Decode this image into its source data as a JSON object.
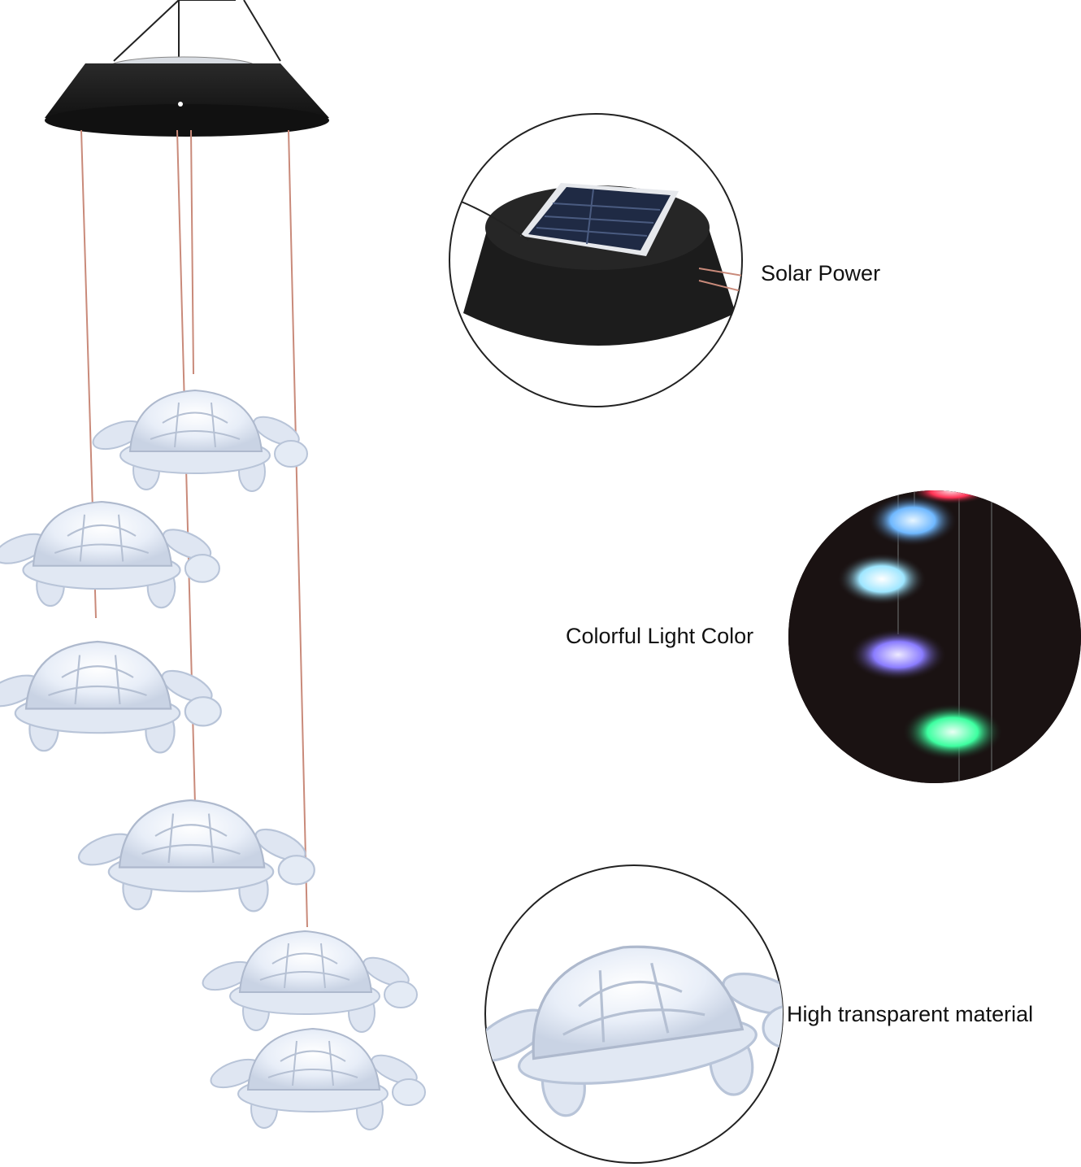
{
  "callouts": {
    "solar_power": "Solar Power",
    "colorful_light": "Colorful Light Color",
    "transparent_material": "High transparent material"
  },
  "colors": {
    "background": "#ffffff",
    "solar_housing": "#1c1c1c",
    "solar_panel": "#1f2a44",
    "string": "#c98a7a",
    "turtle_clear": "#e6ecf6",
    "night_background": "#1a1212",
    "glow_blue": "#6fb8ff",
    "glow_cyan": "#9ee6ff",
    "glow_violet": "#8a7cff",
    "glow_green": "#3dffa0",
    "glow_red": "#ff3355"
  },
  "icons": {
    "hanging_product": "wind-chime-turtle-icon",
    "solar_detail": "solar-panel-icon",
    "light_detail": "colorful-led-icon",
    "material_detail": "clear-turtle-icon"
  }
}
